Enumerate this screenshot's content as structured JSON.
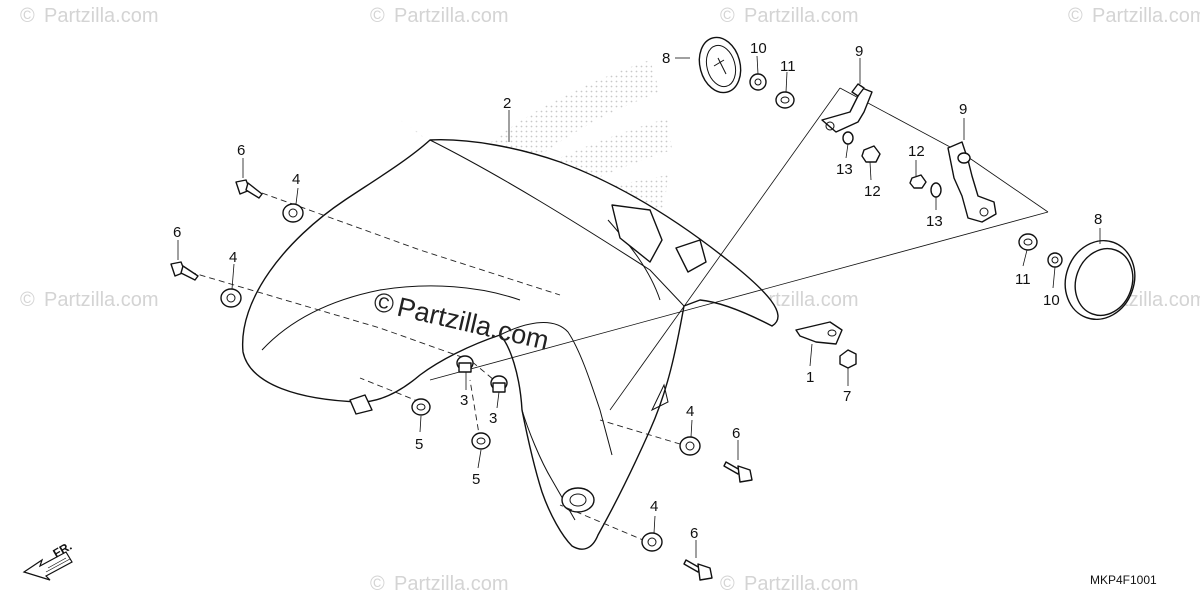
{
  "watermark": {
    "brand": "Partzilla.com",
    "symbol": "©"
  },
  "center_watermark": "Partzilla.com",
  "diagram_code": "MKP4F1001",
  "direction_label": "FR.",
  "callouts": {
    "c1": "1",
    "c2": "2",
    "c3a": "3",
    "c3b": "3",
    "c4a": "4",
    "c4b": "4",
    "c4c": "4",
    "c4d": "4",
    "c5a": "5",
    "c5b": "5",
    "c6a": "6",
    "c6b": "6",
    "c6c": "6",
    "c6d": "6",
    "c7": "7",
    "c8a": "8",
    "c8b": "8",
    "c9a": "9",
    "c9b": "9",
    "c10a": "10",
    "c10b": "10",
    "c11a": "11",
    "c11b": "11",
    "c12a": "12",
    "c12b": "12",
    "c13a": "13",
    "c13b": "13"
  },
  "icons": [
    "copyright-icon",
    "front-direction-arrow-icon",
    "honda-wing-logo-icon"
  ]
}
